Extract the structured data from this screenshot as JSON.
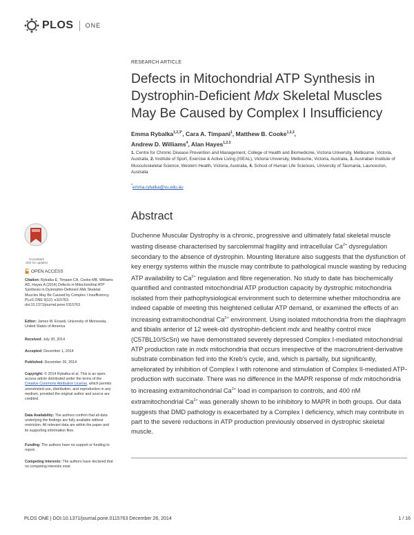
{
  "header": {
    "publisher": "PLOS",
    "journal": "ONE"
  },
  "section_label": "RESEARCH ARTICLE",
  "title_parts": [
    "Defects in Mitochondrial ATP Synthesis in Dystrophin-Deficient ",
    "Mdx",
    " Skeletal Muscles May Be Caused by Complex I Insufficiency"
  ],
  "authors": [
    {
      "name": "Emma Rybalka",
      "sup": "1,2,3*"
    },
    {
      "name": "Cara A. Timpani",
      "sup": "1"
    },
    {
      "name": "Matthew B. Cooke",
      "sup": "1,2,3"
    },
    {
      "name": "Andrew D. Williams",
      "sup": "4"
    },
    {
      "name": "Alan Hayes",
      "sup": "1,2,3"
    }
  ],
  "affiliations": {
    "n1": "1.",
    "t1": " Centre for Chronic Disease Prevention and Management, College of Health and Biomedicine, Victoria University, Melbourne, Victoria, Australia, ",
    "n2": "2.",
    "t2": " Institute of Sport, Exercise & Active Living (ISEAL), Victoria University, Melbourne, Victoria, Australia, ",
    "n3": "3.",
    "t3": " Australian Institute of Musculoskeletal Science, Western Health, Victoria, Australia, ",
    "n4": "4.",
    "t4": " School of Human Life Sciences, University of Tasmania, Launceston, Australia"
  },
  "email": {
    "star": "*",
    "address": "emma.rybalka@vu.edu.au"
  },
  "badge": {
    "caption": "CrossMark",
    "sub": "click for updates"
  },
  "abstract": {
    "heading": "Abstract",
    "p1": "Duchenne Muscular Dystrophy is a chronic, progressive and ultimately fatal skeletal muscle wasting disease characterised by sarcolemmal fragility and intracellular Ca",
    "sup1": "2+",
    "p2": " dysregulation secondary to the absence of dystrophin. Mounting literature also suggests that the dysfunction of key energy systems within the muscle may contribute to pathological muscle wasting by reducing ATP availability to Ca",
    "sup2": "2+",
    "p3": " regulation and fibre regeneration. No study to date has biochemically quantified and contrasted mitochondrial ATP production capacity by dystrophic mitochondria isolated from their pathophysiological environment such to determine whether mitochondria are indeed capable of meeting this heightened cellular ATP demand, or examined the effects of an increasing extramitochondrial Ca",
    "sup3": "2+",
    "p4": " environment. Using isolated mitochondria from the diaphragm and tibialis anterior of 12 week-old dystrophin-deficient ",
    "mdx1": "mdx",
    "p5": " and healthy control mice (C57BL10/ScSn) we have demonstrated severely depressed Complex I-mediated mitochondrial ATP production rate in ",
    "mdx2": "mdx",
    "p6": " mitochondria that occurs irrespective of the macronutrient-derivative substrate combination fed into the Kreb’s cycle, and, which is partially, but significantly, ameliorated by inhibition of Complex I with rotenone and stimulation of Complex II-mediated ATP-production with succinate. There was no difference in the MAPR response of ",
    "mdx3": "mdx",
    "p7": " mitochondria to increasing extramitochondrial Ca",
    "sup4": "2+",
    "p8": " load in comparison to controls, and 400 nM extramitochondrial Ca",
    "sup5": "2+",
    "p9": " was generally shown to be inhibitory to MAPR in both groups. Our data suggests that DMD pathology is exacerbated by a Complex I deficiency, which may contribute in part to the severe reductions in ATP production previously observed in dystrophic skeletal muscle."
  },
  "sidebar": {
    "open_access": "OPEN ACCESS",
    "citation_label": "Citation:",
    "citation_a": " Rybalka E, Timpani CA, Cooke MB, Williams AD, Hayes A (2014) Defects in Mitochondrial ATP Synthesis in Dystrophin-Deficient ",
    "citation_mdx": "Mdx",
    "citation_b": " Skeletal Muscles May Be Caused by Complex I Insufficiency. PLoS ONE 9(12): e115763. doi:10.1371/journal.pone.0115763",
    "editor_label": "Editor:",
    "editor": " James M. Ervasti, University of Minnesota, United States of America",
    "received_label": "Received:",
    "received": " July 30, 2014",
    "accepted_label": "Accepted:",
    "accepted": " December 1, 2014",
    "published_label": "Published:",
    "published": " December 26, 2014",
    "copyright_label": "Copyright:",
    "copyright_a": " © 2014 Rybalka et al. This is an open-access article distributed under the terms of the ",
    "copyright_link": "Creative Commons Attribution License",
    "copyright_b": ", which permits unrestricted use, distribution, and reproduction in any medium, provided the original author and source are credited.",
    "data_label": "Data Availability:",
    "data": " The authors confirm that all data underlying the findings are fully available without restriction. All relevant data are within the paper and its supporting information files.",
    "funding_label": "Funding:",
    "funding": " The authors have no support or funding to report.",
    "competing_label": "Competing Interests:",
    "competing": " The authors have declared that no competing interests exist."
  },
  "footer": {
    "left": "PLOS ONE | DOI:10.1371/journal.pone.0115763   December 26, 2014",
    "right": "1 / 16"
  },
  "colors": {
    "link": "#2a5db0",
    "text": "#333333",
    "badge_red": "#c0392b"
  }
}
